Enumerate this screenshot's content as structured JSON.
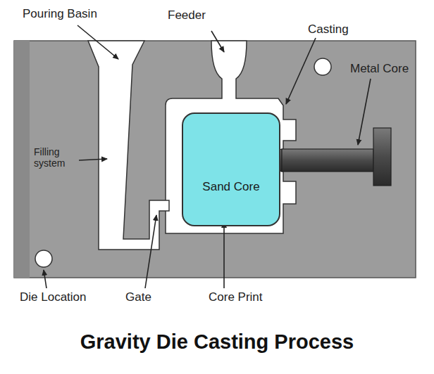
{
  "diagram": {
    "title": "Gravity Die Casting Process",
    "nodes": [
      {
        "text": [
          "Sand Core"
        ]
      }
    ],
    "labels": [
      "Pouring Basin",
      "Feeder",
      "Casting",
      "Metal Core",
      "Filling system",
      "Die Location",
      "Gate",
      "Core Print"
    ]
  }
}
